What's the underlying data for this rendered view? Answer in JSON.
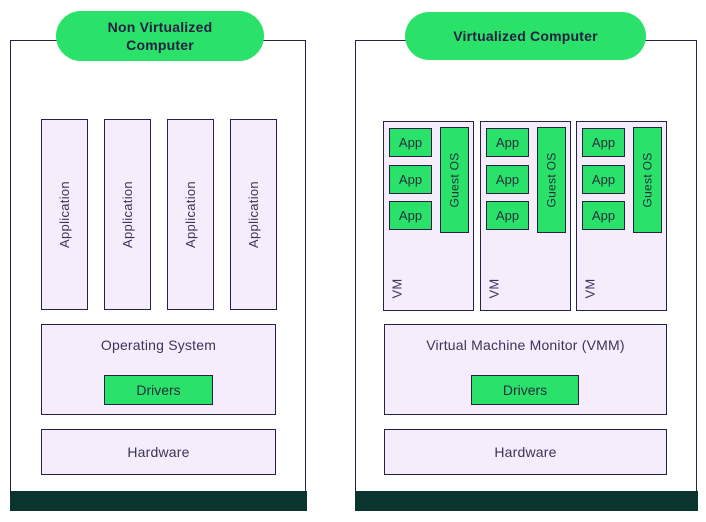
{
  "diagram": {
    "left": {
      "title": "Non Virtualized Computer",
      "applications": [
        "Application",
        "Application",
        "Application",
        "Application"
      ],
      "os_label": "Operating System",
      "drivers_label": "Drivers",
      "hardware_label": "Hardware"
    },
    "right": {
      "title": "Virtualized Computer",
      "vms": [
        {
          "label": "VM",
          "apps": [
            "App",
            "App",
            "App"
          ],
          "guest_os": "Guest OS"
        },
        {
          "label": "VM",
          "apps": [
            "App",
            "App",
            "App"
          ],
          "guest_os": "Guest OS"
        },
        {
          "label": "VM",
          "apps": [
            "App",
            "App",
            "App"
          ],
          "guest_os": "Guest OS"
        }
      ],
      "vmm_label": "Virtual Machine Monitor (VMM)",
      "drivers_label": "Drivers",
      "hardware_label": "Hardware"
    },
    "colors": {
      "green": "#2ae26a",
      "lavender": "#f6edfc",
      "outline": "#272145",
      "text": "#3b3457",
      "base_bar": "#0a352f",
      "background": "#ffffff"
    }
  }
}
